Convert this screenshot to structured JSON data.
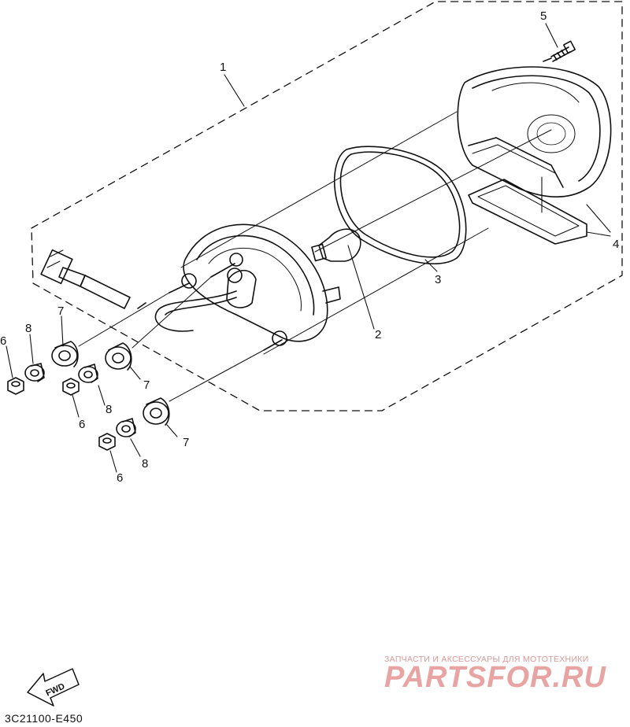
{
  "diagram": {
    "part_code": "3C21100-E450",
    "fwd_label": "FWD",
    "callouts": {
      "assembly": "1",
      "bulb": "2",
      "gasket": "3",
      "lens": "4",
      "screw": "5",
      "nut": "6",
      "grommet": "7",
      "collar": "8"
    }
  },
  "watermark": {
    "tagline": "ЗАПЧАСТИ И АКСЕССУАРЫ ДЛЯ МОТОТЕХНИКИ",
    "logo": "PARTSFOR.RU"
  }
}
